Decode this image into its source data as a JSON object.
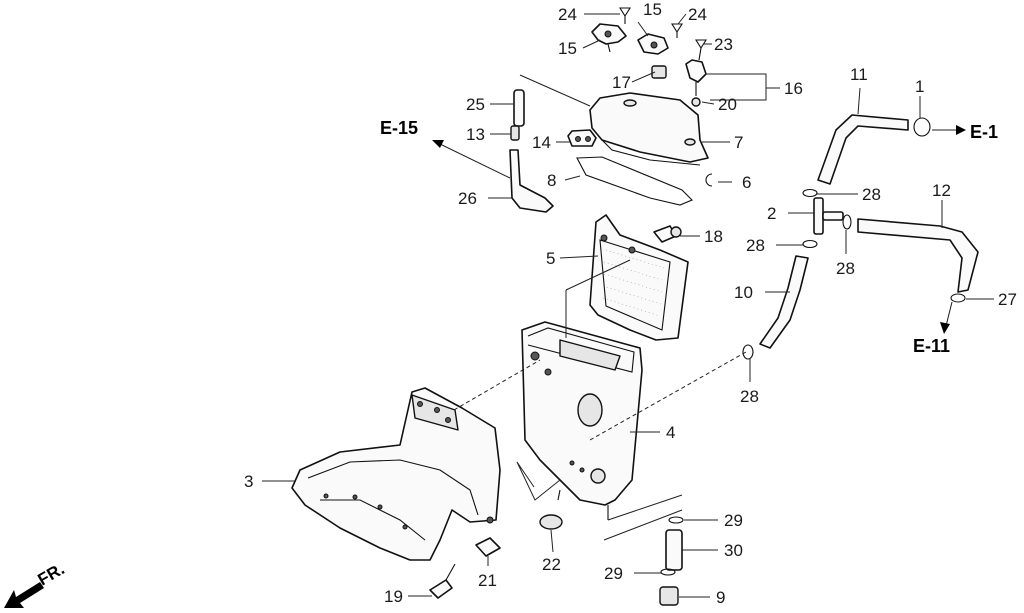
{
  "diagram": {
    "part_numbers": {
      "p1": "1",
      "p2": "2",
      "p3": "3",
      "p4": "4",
      "p5": "5",
      "p6": "6",
      "p7": "7",
      "p8": "8",
      "p9": "9",
      "p10": "10",
      "p11": "11",
      "p12": "12",
      "p13": "13",
      "p14": "14",
      "p15a": "15",
      "p15b": "15",
      "p16": "16",
      "p17": "17",
      "p18": "18",
      "p19": "19",
      "p20": "20",
      "p21": "21",
      "p22": "22",
      "p23": "23",
      "p24a": "24",
      "p24b": "24",
      "p25": "25",
      "p26": "26",
      "p27": "27",
      "p28a": "28",
      "p28b": "28",
      "p28c": "28",
      "p28d": "28",
      "p29a": "29",
      "p29b": "29",
      "p30": "30"
    },
    "references": {
      "e15": "E-15",
      "e1": "E-1",
      "e11": "E-11"
    },
    "front_marker": "FR."
  }
}
